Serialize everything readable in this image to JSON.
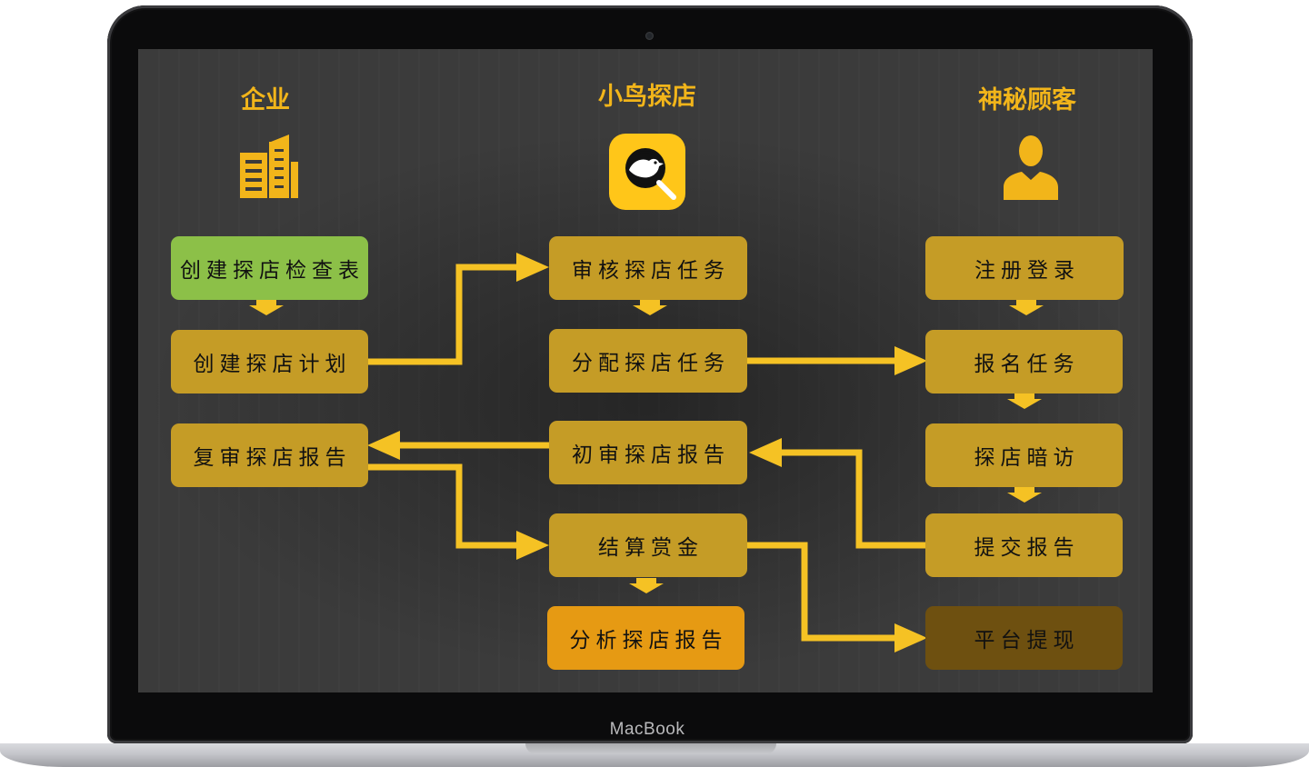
{
  "device": {
    "brand": "MacBook"
  },
  "columns": {
    "enterprise": {
      "title": "企业",
      "icon": "building-icon"
    },
    "platform": {
      "title": "小鸟探店",
      "icon": "bird-search-logo-icon"
    },
    "customer": {
      "title": "神秘顾客",
      "icon": "user-silhouette-icon"
    }
  },
  "enterprise_steps": [
    "创建探店检查表",
    "创建探店计划",
    "复审探店报告"
  ],
  "platform_steps": [
    "审核探店任务",
    "分配探店任务",
    "初审探店报告",
    "结算赏金",
    "分析探店报告"
  ],
  "customer_steps": [
    "注册登录",
    "报名任务",
    "探店暗访",
    "提交报告",
    "平台提现"
  ],
  "colors": {
    "accent": "#f2b51a",
    "box_gold": "#c59c26",
    "box_green": "#8cc048",
    "box_orange": "#e69a13",
    "box_brown": "#6e5010",
    "arrow": "#f5c224",
    "screen_bg": "#3b3b3b"
  }
}
